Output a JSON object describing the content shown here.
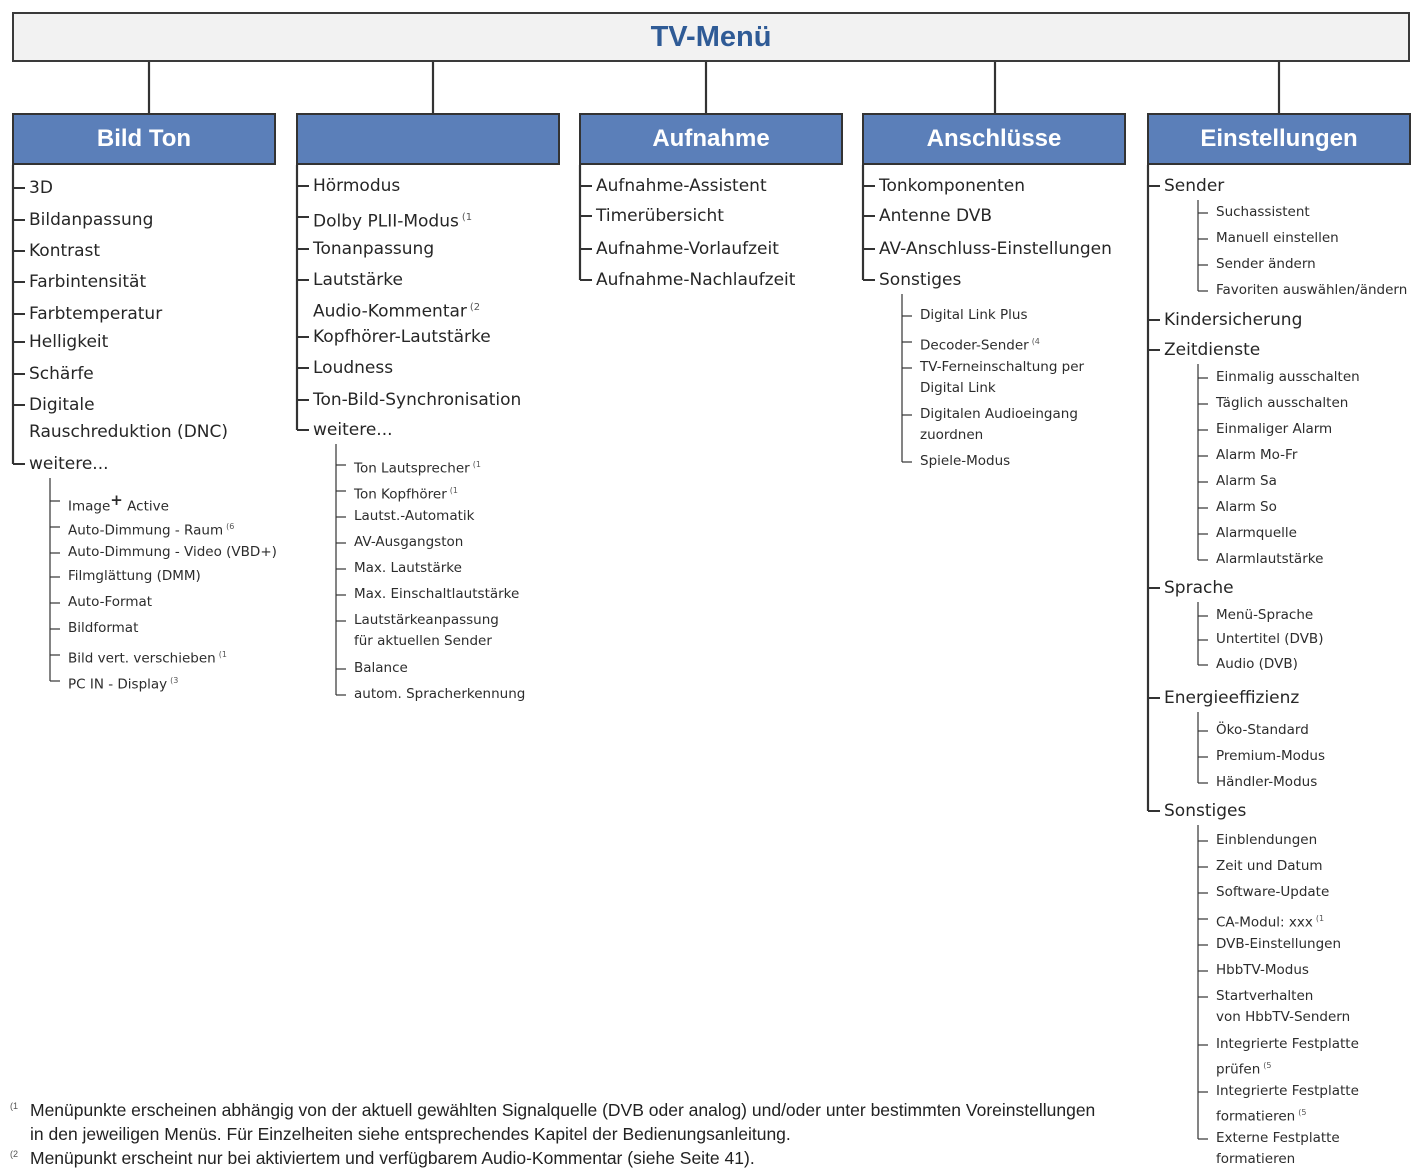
{
  "title": "TV-Menü",
  "columns": [
    {
      "header": "Bild Ton",
      "items": [
        {
          "label": "3D"
        },
        {
          "label": "Bildanpassung"
        },
        {
          "label": "Kontrast"
        },
        {
          "label": "Farbintensität"
        },
        {
          "label": "Farbtemperatur"
        },
        {
          "label": "Helligkeit"
        },
        {
          "label": "Schärfe"
        },
        {
          "label": "Digitale",
          "label2": "Rauschreduktion (DNC)"
        },
        {
          "label": "weitere...",
          "children": [
            {
              "label": "Image",
              "sup": "+",
              "label_after": " Active"
            },
            {
              "label": "Auto-Dimmung - Raum",
              "note": "(6"
            },
            {
              "label": "Auto-Dimmung - Video (VBD+)"
            },
            {
              "label": "Filmglättung (DMM)"
            },
            {
              "label": "Auto-Format"
            },
            {
              "label": "Bildformat"
            },
            {
              "label": "Bild vert. verschieben",
              "note": "(1"
            },
            {
              "label": "PC IN - Display",
              "note": "(3"
            }
          ]
        }
      ]
    },
    {
      "header": "",
      "items": [
        {
          "label": "Hörmodus"
        },
        {
          "label": "Dolby PLII-Modus",
          "note": "(1"
        },
        {
          "label": "Tonanpassung"
        },
        {
          "label": "Lautstärke",
          "label2": "Audio-Kommentar",
          "note": "(2"
        },
        {
          "label": "Kopfhörer-Lautstärke"
        },
        {
          "label": "Loudness"
        },
        {
          "label": "Ton-Bild-Synchronisation"
        },
        {
          "label": "weitere...",
          "children": [
            {
              "label": "Ton Lautsprecher",
              "note": "(1"
            },
            {
              "label": "Ton Kopfhörer",
              "note": "(1"
            },
            {
              "label": "Lautst.-Automatik"
            },
            {
              "label": "AV-Ausgangston"
            },
            {
              "label": "Max. Lautstärke"
            },
            {
              "label": "Max. Einschaltlautstärke"
            },
            {
              "label": "Lautstärkeanpassung",
              "label2": "für aktuellen Sender"
            },
            {
              "label": "Balance"
            },
            {
              "label": "autom. Spracherkennung"
            }
          ]
        }
      ]
    },
    {
      "header": "Aufnahme",
      "items": [
        {
          "label": "Aufnahme-Assistent"
        },
        {
          "label": "Timerübersicht"
        },
        {
          "label": "Aufnahme-Vorlaufzeit"
        },
        {
          "label": "Aufnahme-Nachlaufzeit"
        }
      ]
    },
    {
      "header": "Anschlüsse",
      "items": [
        {
          "label": "Tonkomponenten"
        },
        {
          "label": "Antenne DVB"
        },
        {
          "label": "AV-Anschluss-Einstellungen"
        },
        {
          "label": "Sonstiges",
          "children": [
            {
              "label": "Digital Link Plus"
            },
            {
              "label": "Decoder-Sender",
              "note": "(4"
            },
            {
              "label": "TV-Ferneinschaltung per",
              "label2": "Digital Link"
            },
            {
              "label": "Digitalen Audioeingang",
              "label2": "zuordnen"
            },
            {
              "label": "Spiele-Modus"
            }
          ]
        }
      ]
    },
    {
      "header": "Einstellungen",
      "items": [
        {
          "label": "Sender",
          "children": [
            {
              "label": "Suchassistent"
            },
            {
              "label": "Manuell einstellen"
            },
            {
              "label": "Sender ändern"
            },
            {
              "label": "Favoriten auswählen/ändern"
            }
          ]
        },
        {
          "label": "Kindersicherung"
        },
        {
          "label": "Zeitdienste",
          "children": [
            {
              "label": "Einmalig ausschalten"
            },
            {
              "label": "Täglich ausschalten"
            },
            {
              "label": "Einmaliger Alarm"
            },
            {
              "label": "Alarm Mo-Fr"
            },
            {
              "label": "Alarm Sa"
            },
            {
              "label": "Alarm So"
            },
            {
              "label": "Alarmquelle"
            },
            {
              "label": "Alarmlautstärke"
            }
          ]
        },
        {
          "label": "Sprache",
          "children": [
            {
              "label": "Menü-Sprache"
            },
            {
              "label": "Untertitel (DVB)"
            },
            {
              "label": "Audio (DVB)"
            }
          ]
        },
        {
          "label": "Energieeffizienz",
          "children": [
            {
              "label": "Öko-Standard"
            },
            {
              "label": "Premium-Modus"
            },
            {
              "label": "Händler-Modus"
            }
          ]
        },
        {
          "label": "Sonstiges",
          "children": [
            {
              "label": "Einblendungen"
            },
            {
              "label": "Zeit und Datum"
            },
            {
              "label": "Software-Update"
            },
            {
              "label": "CA-Modul: xxx",
              "note": "(1"
            },
            {
              "label": "DVB-Einstellungen"
            },
            {
              "label": "HbbTV-Modus"
            },
            {
              "label": "Startverhalten",
              "label2": "von HbbTV-Sendern"
            },
            {
              "label": "Integrierte Festplatte",
              "label2": "prüfen",
              "note": "(5"
            },
            {
              "label": "Integrierte Festplatte",
              "label2": "formatieren",
              "note": "(5"
            },
            {
              "label": "Externe Festplatte",
              "label2": "formatieren"
            }
          ]
        }
      ]
    }
  ],
  "footnotes": [
    {
      "mark": "(1",
      "lines": [
        "Menüpunkte erscheinen abhängig von der aktuell gewählten Signalquelle (DVB oder analog) und/oder unter bestimmten Voreinstellungen",
        "in den jeweiligen Menüs. Für Einzelheiten siehe entsprechendes Kapitel der Bedienungsanleitung."
      ]
    },
    {
      "mark": "(2",
      "lines": [
        "Menüpunkt erscheint nur bei aktiviertem und verfügbarem Audio-Kommentar (siehe Seite 41)."
      ]
    }
  ]
}
